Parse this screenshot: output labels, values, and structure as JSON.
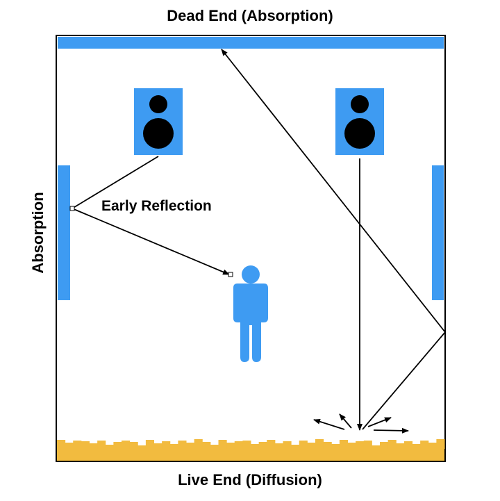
{
  "labels": {
    "top": "Dead End (Absorption)",
    "bottom": "Live End (Diffusion)",
    "side": "Absorption",
    "early_reflection": "Early Reflection"
  },
  "colors": {
    "panel": "#3e9bf2",
    "diffuser": "#f2bb3f",
    "line": "#000000",
    "wall": "#000000",
    "background": "#ffffff"
  },
  "diffuser_profile": [
    12,
    8,
    11,
    10,
    7,
    11,
    5,
    9,
    11,
    9,
    4,
    12,
    7,
    10,
    6,
    11,
    8,
    13,
    9,
    5,
    12,
    8,
    10,
    11,
    6,
    9,
    12,
    7,
    10,
    5,
    11,
    8,
    13,
    9,
    6,
    12,
    8,
    10,
    11,
    4,
    9,
    12,
    7,
    10,
    6,
    11,
    8,
    13
  ]
}
